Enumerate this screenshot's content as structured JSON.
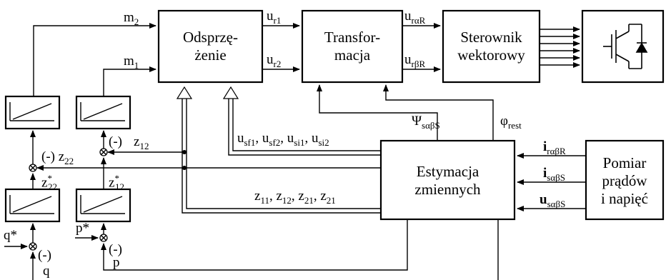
{
  "blocks": {
    "decoupling": [
      "Odsprzę-",
      "żenie"
    ],
    "transformation": [
      "Transfor-",
      "macja"
    ],
    "vector_controller": [
      "Sterownik",
      "wektorowy"
    ],
    "estimation": [
      "Estymacja",
      "zmiennych"
    ],
    "measurement": [
      "Pomiar",
      "prądów",
      "i napięć"
    ]
  },
  "signals": {
    "m2": "m",
    "m2_sub": "2",
    "m1": "m",
    "m1_sub": "1",
    "ur1": "u",
    "ur1_sub": "r1",
    "ur2": "u",
    "ur2_sub": "r2",
    "uraR": "u",
    "uraR_sub": "rαR",
    "urbR": "u",
    "urbR_sub": "rβR",
    "psi": "Ψ",
    "psi_sub": "sαβS",
    "phi": "φ",
    "phi_sub": "rest",
    "usf": "u",
    "usf_sub1": "sf1",
    "usf2": "u",
    "usf2_sub": "sf2",
    "usi1": "u",
    "usi1_sub": "si1",
    "usi2": "u",
    "usi2_sub": "si2",
    "z11": "z",
    "z11_sub": "11",
    "z12b": "z",
    "z12b_sub": "12",
    "z21": "z",
    "z21_sub": "21",
    "z21b": "z",
    "z21b_sub": "21",
    "ir": "i",
    "ir_sub": "rαβR",
    "is": "i",
    "is_sub": "sαβS",
    "us": "u",
    "us_sub": "sαβS",
    "z12": "z",
    "z12_sub": "12",
    "z22": "z",
    "z22_sub": "22",
    "z22s": "z",
    "z22s_sub": "22",
    "z12s": "z",
    "z12s_sub": "12",
    "neg": "(-)",
    "qs": "q*",
    "ps": "p*",
    "q": "q",
    "p": "p"
  }
}
